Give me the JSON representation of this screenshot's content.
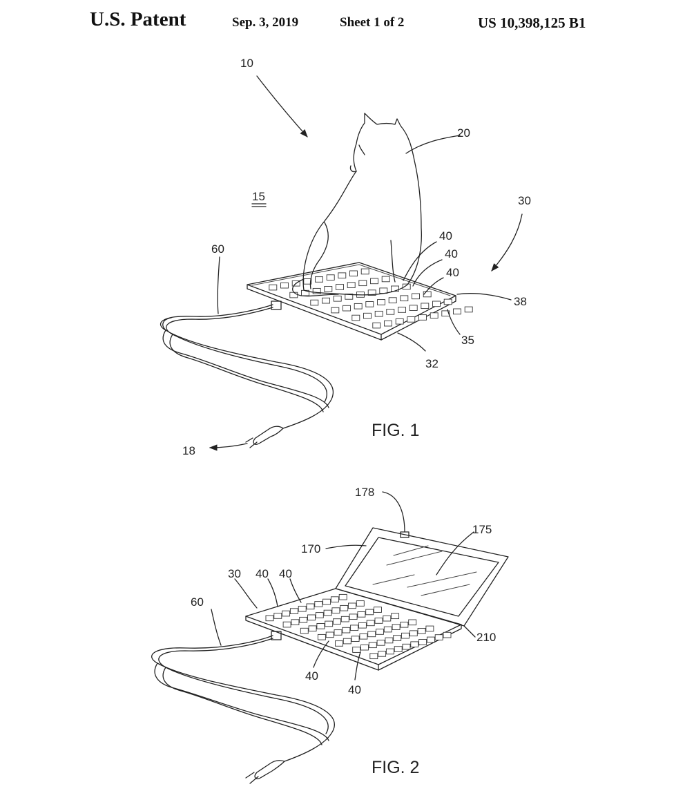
{
  "header": {
    "title": "U.S. Patent",
    "date": "Sep. 3, 2019",
    "sheet": "Sheet 1 of 2",
    "patent_number": "US 10,398,125 B1"
  },
  "fig1": {
    "caption": "FIG. 1",
    "refs": {
      "r10": "10",
      "r20": "20",
      "r15": "15",
      "r30": "30",
      "r40a": "40",
      "r40b": "40",
      "r40c": "40",
      "r38": "38",
      "r35": "35",
      "r32": "32",
      "r60": "60",
      "r18": "18"
    }
  },
  "fig2": {
    "caption": "FIG. 2",
    "refs": {
      "r178": "178",
      "r175": "175",
      "r170": "170",
      "r30": "30",
      "r40a": "40",
      "r40b": "40",
      "r60": "60",
      "r210": "210",
      "r40c": "40",
      "r40d": "40"
    }
  }
}
